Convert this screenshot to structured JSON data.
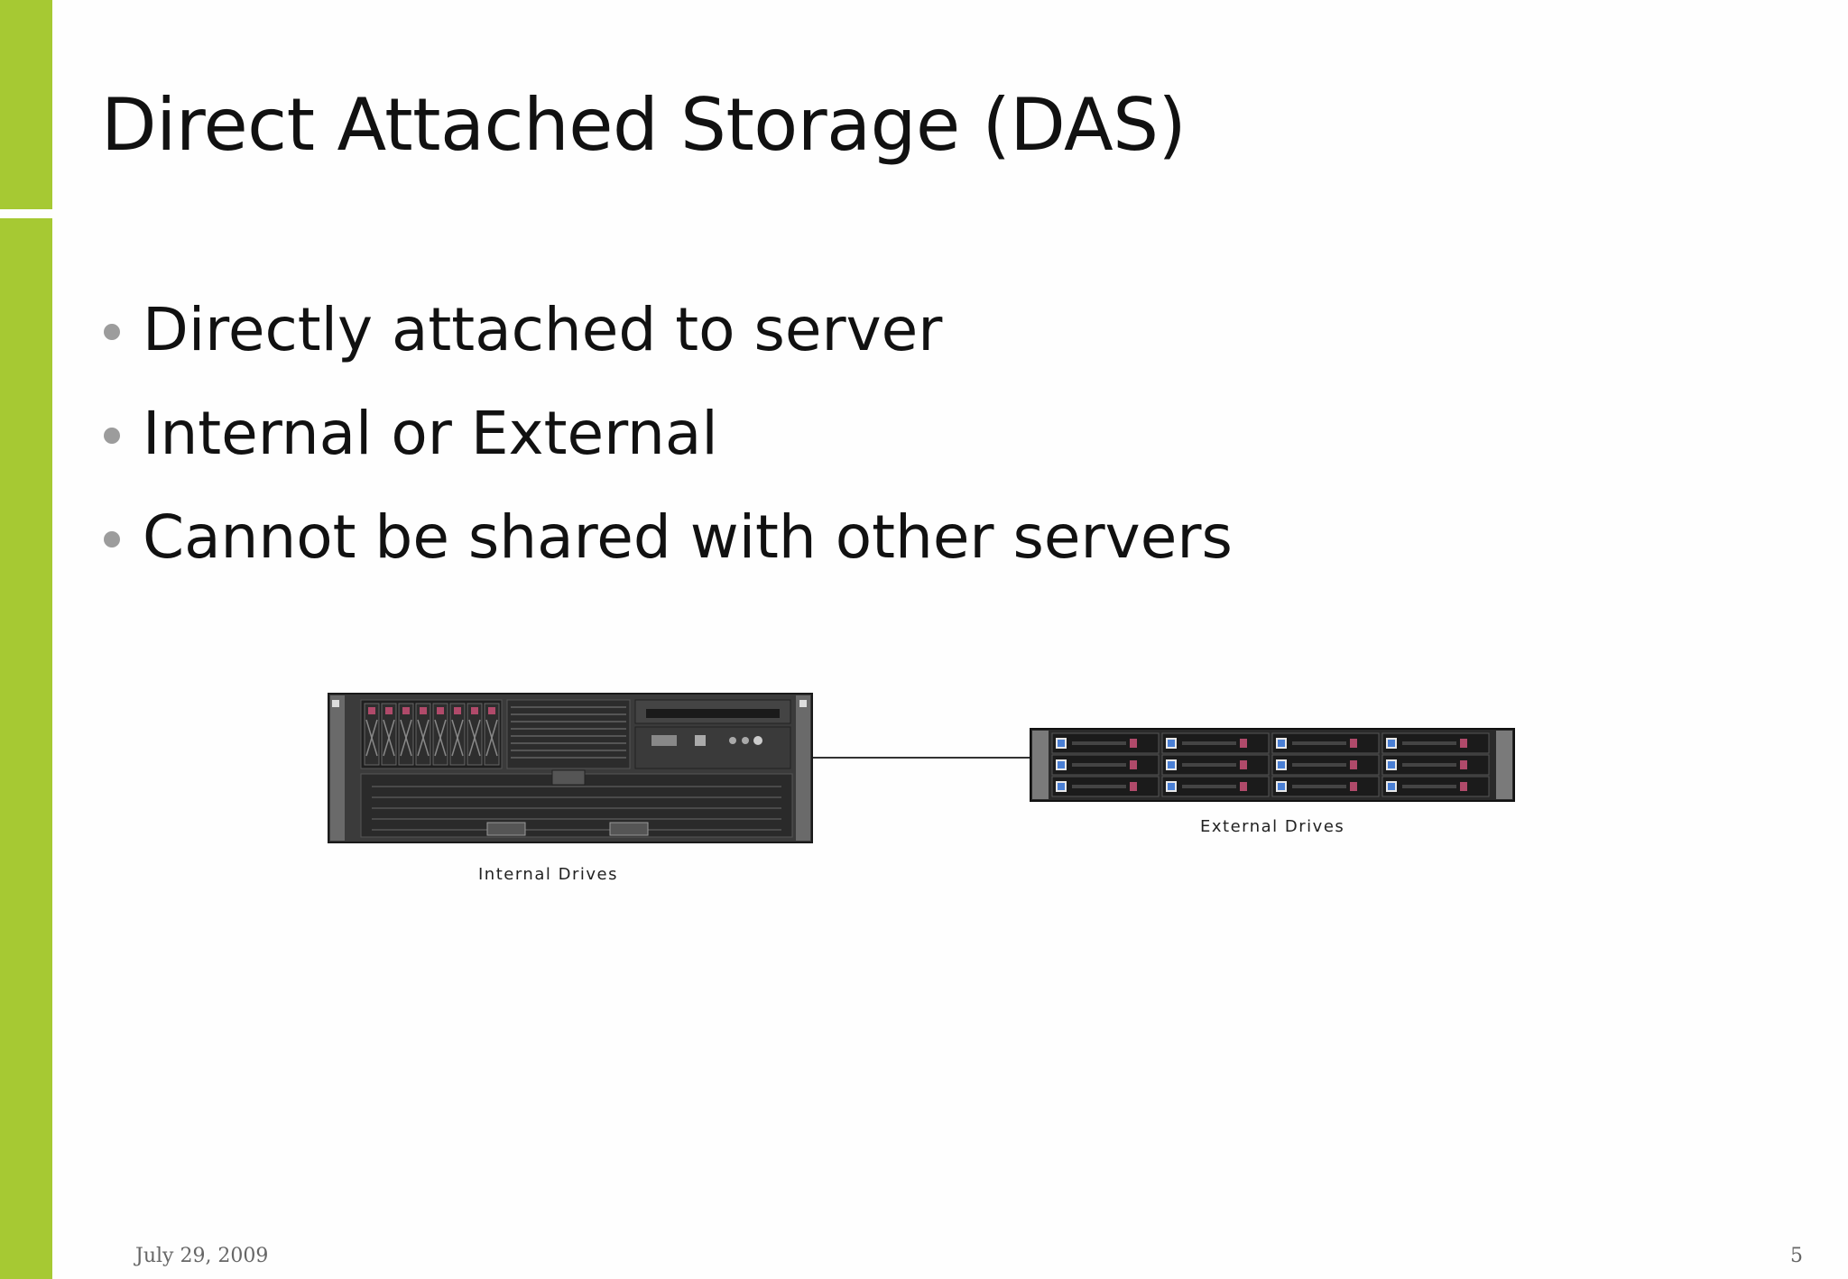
{
  "slide": {
    "title": "Direct Attached Storage (DAS)",
    "bullets": [
      "Directly attached to server",
      "Internal or External",
      "Cannot be shared with other servers"
    ],
    "diagram": {
      "internal_caption": "Internal Drives",
      "external_caption": "External Drives"
    },
    "footer": {
      "date": "July 29, 2009",
      "page_number": "5"
    }
  },
  "colors": {
    "accent": "#a6c933",
    "drive_handle": "#b04a6a",
    "drive_led": "#4a7fd4"
  }
}
